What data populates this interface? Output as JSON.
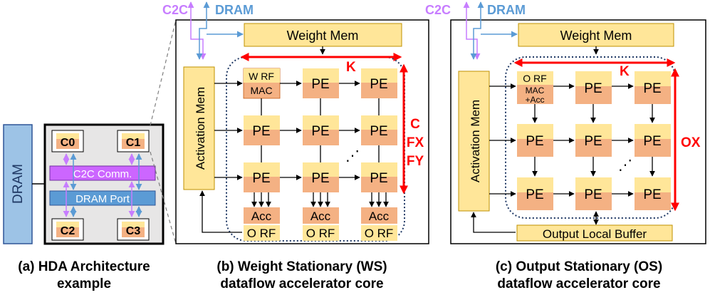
{
  "colors": {
    "dram_blue": "#9dc3e6",
    "link_purple": "#c77dff",
    "link_blue": "#5b9bd5",
    "c2c_bar": "#cc66ff",
    "mem_yellow": "#ffe699",
    "pe_orange": "#f4b183",
    "red_accent": "#ff0000",
    "chip_gray": "#e7e6e6",
    "dotted_navy": "#1f3864"
  },
  "panel_a": {
    "dram_label": "DRAM",
    "core_labels": [
      "C0",
      "C1",
      "C2",
      "C3"
    ],
    "c2c_comm_label": "C2C Comm.",
    "dram_port_label": "DRAM Port",
    "caption_line1": "(a) HDA Architecture",
    "caption_line2": "example"
  },
  "panel_b": {
    "c2c_label": "C2C",
    "dram_label": "DRAM",
    "weight_mem_label": "Weight Mem",
    "activation_mem_label": "Activation Mem",
    "first_pe_top": "W RF",
    "first_pe_bottom": "MAC",
    "pe_label": "PE",
    "acc_label": "Acc",
    "orf_label": "O RF",
    "dots": "⋰",
    "k_label": "K",
    "side_labels": [
      "C",
      "FX",
      "FY"
    ],
    "caption_line1": "(b) Weight Stationary (WS)",
    "caption_line2": "dataflow accelerator core"
  },
  "panel_c": {
    "c2c_label": "C2C",
    "dram_label": "DRAM",
    "weight_mem_label": "Weight Mem",
    "activation_mem_label": "Activation Mem",
    "first_pe_top": "O RF",
    "first_pe_mid": "MAC",
    "first_pe_bottom": "+Acc",
    "pe_label": "PE",
    "dots": "⋰",
    "k_label": "K",
    "ox_label": "OX",
    "output_buffer_label": "Output Local Buffer",
    "caption_line1": "(c) Output Stationary (OS)",
    "caption_line2": "dataflow accelerator core"
  }
}
